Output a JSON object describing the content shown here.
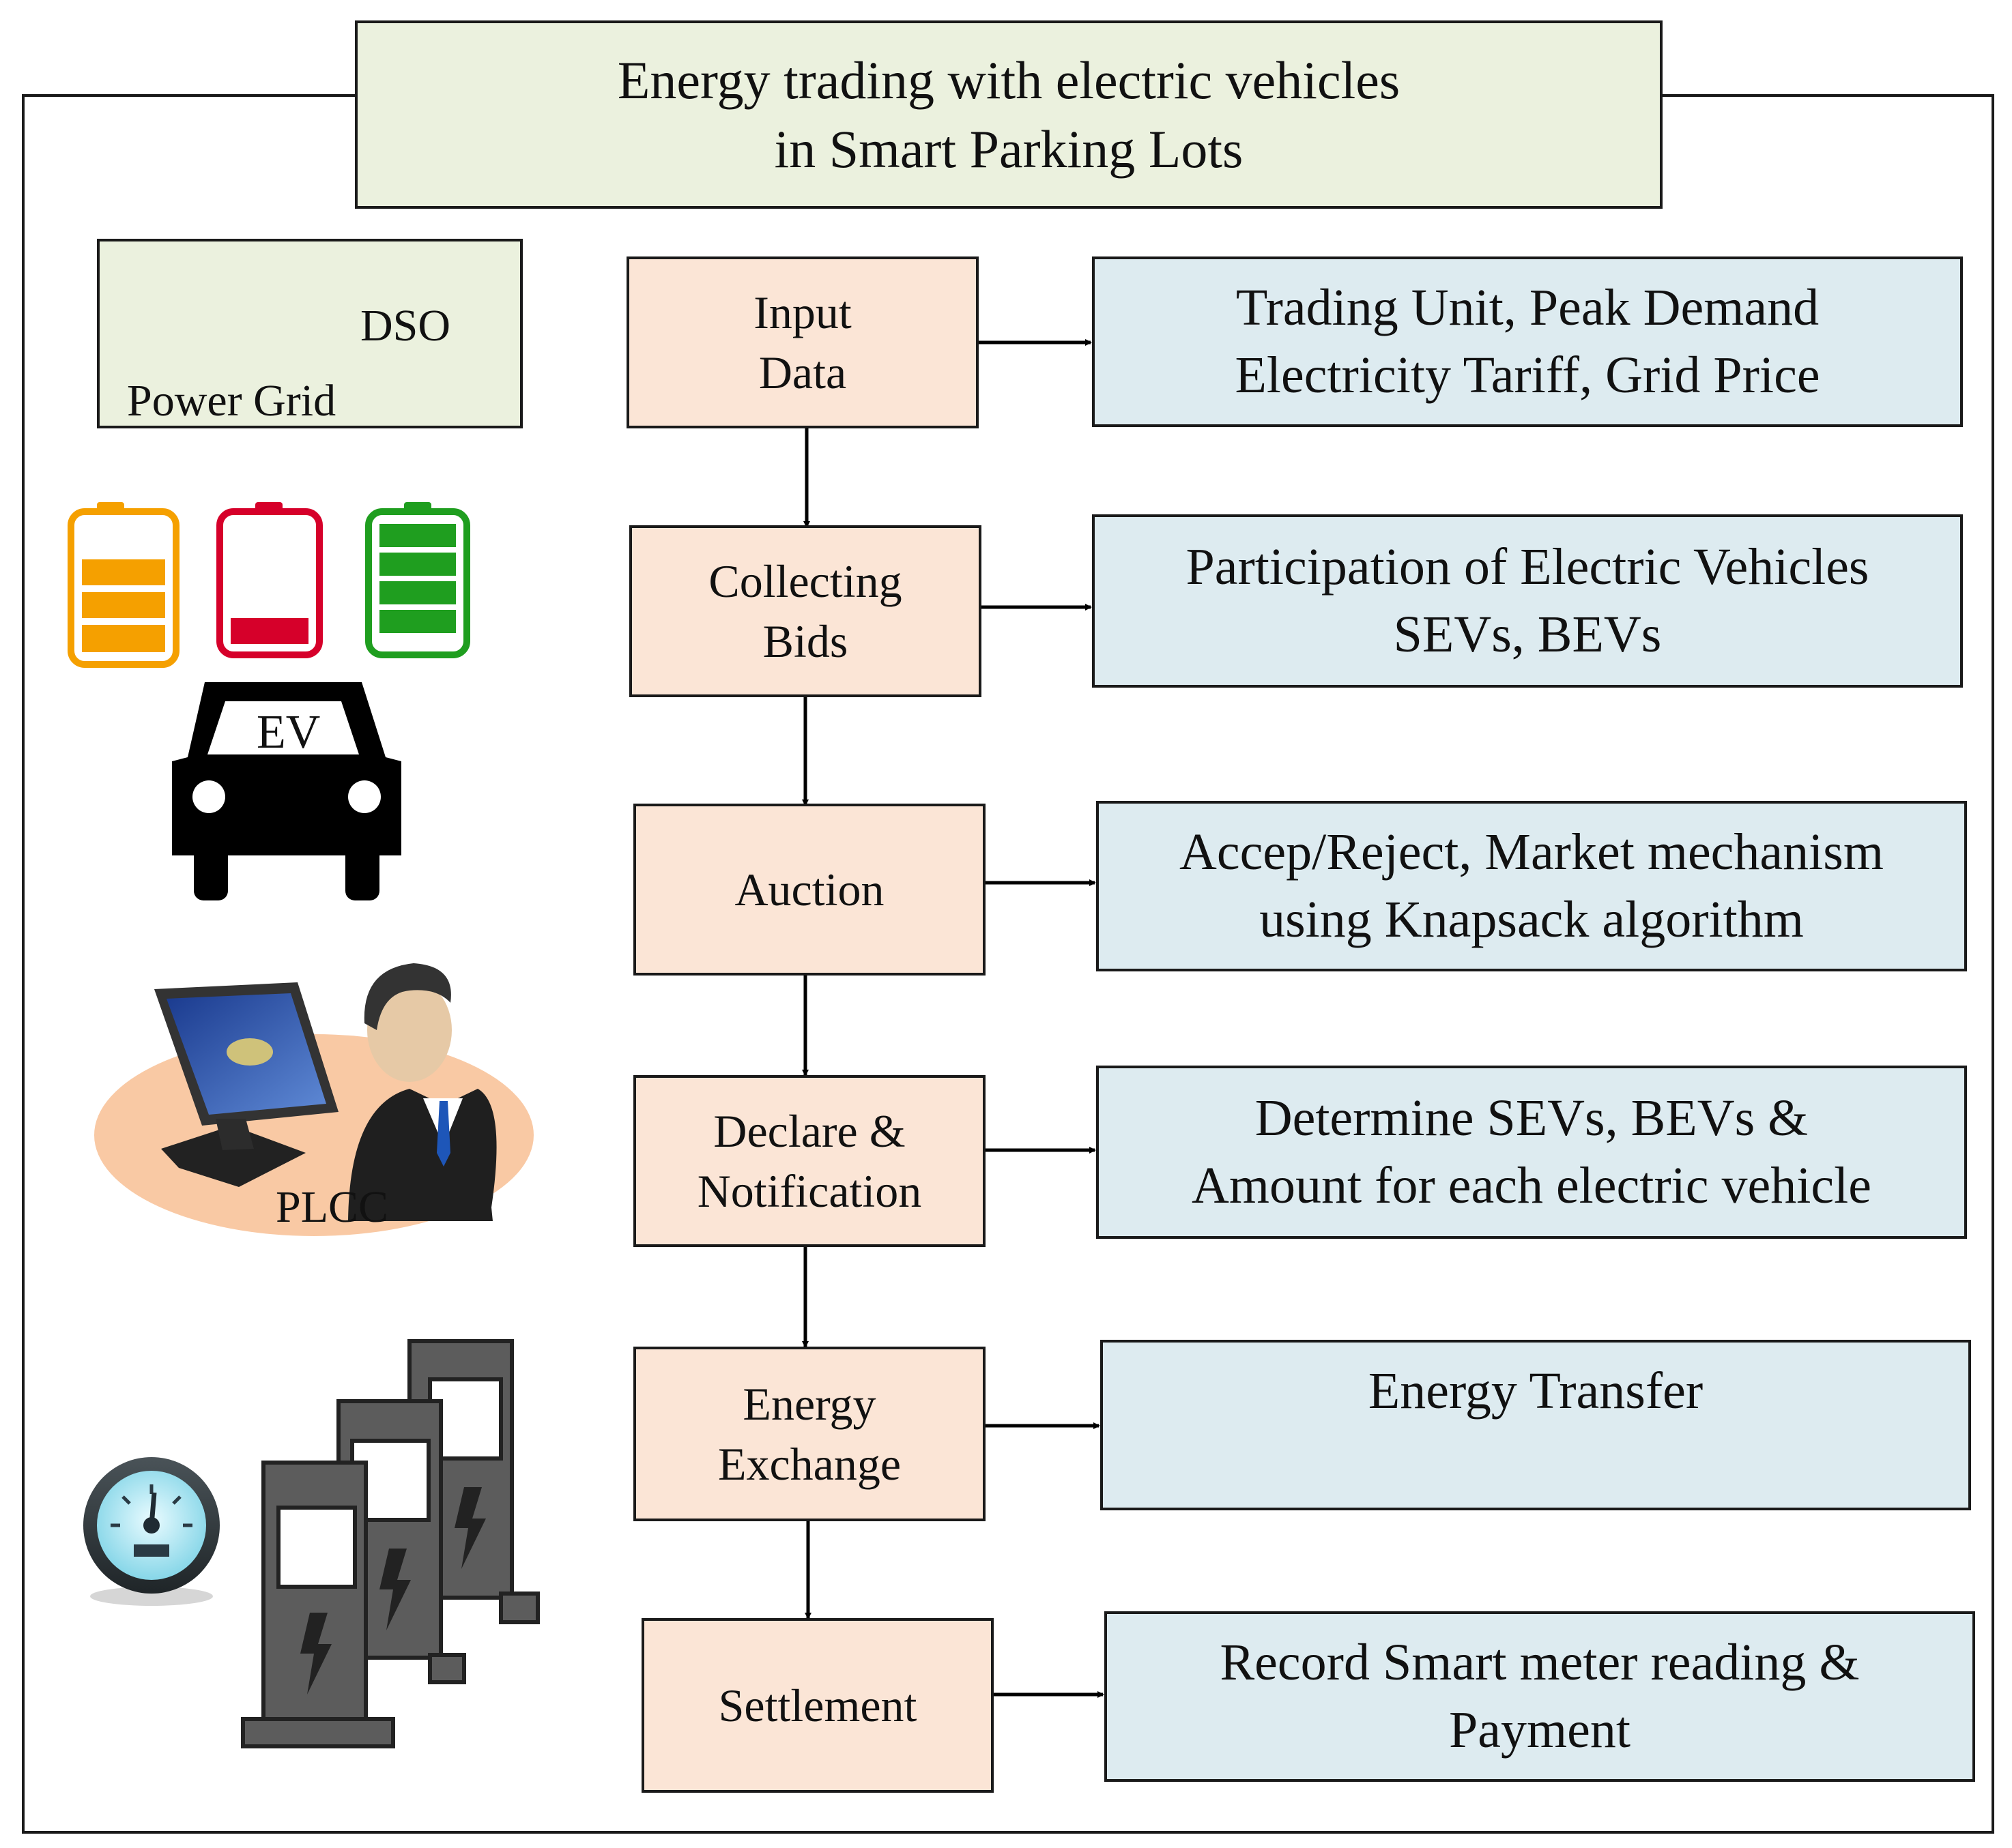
{
  "title": {
    "line1": "Energy trading with electric vehicles",
    "line2": "in Smart Parking Lots"
  },
  "dso": {
    "label": "DSO",
    "sub": "Power Grid"
  },
  "ev_label": "EV",
  "plcc_label": "PLCC",
  "steps": [
    {
      "line1": "Input",
      "line2": "Data"
    },
    {
      "line1": "Collecting",
      "line2": "Bids"
    },
    {
      "line1": "Auction",
      "line2": ""
    },
    {
      "line1": "Declare &",
      "line2": "Notification"
    },
    {
      "line1": "Energy",
      "line2": "Exchange"
    },
    {
      "line1": "Settlement",
      "line2": ""
    }
  ],
  "details": [
    {
      "line1": "Trading Unit, Peak Demand",
      "line2": "Electricity Tariff, Grid Price"
    },
    {
      "line1": "Participation of Electric Vehicles",
      "line2": "SEVs, BEVs"
    },
    {
      "line1": "Accep/Reject, Market mechanism",
      "line2": "using Knapsack algorithm"
    },
    {
      "line1": "Determine SEVs, BEVs &",
      "line2": "Amount for each electric vehicle"
    },
    {
      "line1": "Energy Transfer",
      "line2": ""
    },
    {
      "line1": "Record Smart meter reading &",
      "line2": "Payment"
    }
  ],
  "colors": {
    "step_fill": "#fbe5d6",
    "detail_fill": "#ddebf0",
    "title_fill": "#ebf1de",
    "battery_orange": "#f5a000",
    "battery_red": "#d6002a",
    "battery_green": "#1f9e1f"
  },
  "icons": [
    "power-grid-logo-icon",
    "battery-orange-icon",
    "battery-red-icon",
    "battery-green-icon",
    "car-icon",
    "computer-operator-icon",
    "gauge-icon",
    "charging-station-icon"
  ]
}
